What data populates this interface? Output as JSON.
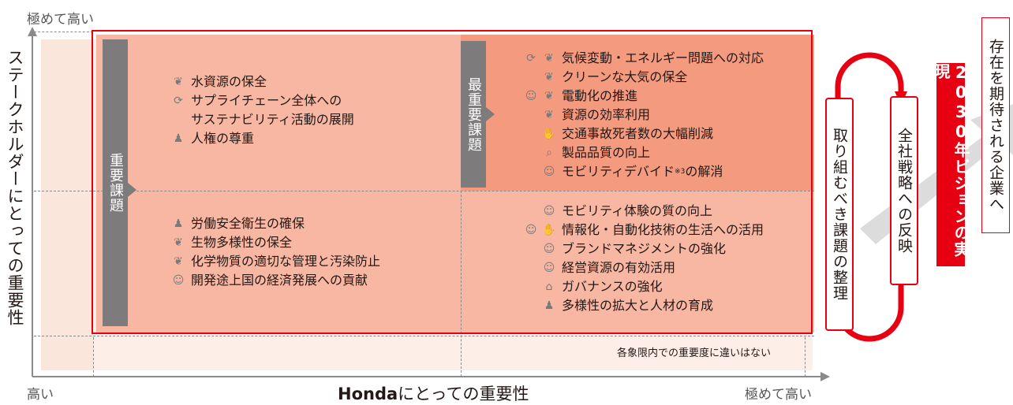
{
  "axis": {
    "y_high": "極めて高い",
    "y_title": "ステークホルダーにとっての重要性",
    "x_low": "高い",
    "x_title_bold": "Honda",
    "x_title_rest": "にとっての重要性",
    "x_high": "極めて高い"
  },
  "tabs": {
    "important": "重要課題",
    "most_important": "最重要課題"
  },
  "quadrants": {
    "top_left": [
      {
        "icons": [
          "leaf"
        ],
        "label": "水資源の保全"
      },
      {
        "icons": [
          "cycle"
        ],
        "label": "サプライチェーン全体への"
      },
      {
        "icons": [],
        "label": "サステナビリティ活動の展開"
      },
      {
        "icons": [
          "people"
        ],
        "label": "人権の尊重"
      }
    ],
    "top_right": [
      {
        "icons": [
          "cycle",
          "leaf"
        ],
        "label": "気候変動・エネルギー問題への対応"
      },
      {
        "icons": [
          "leaf"
        ],
        "label": "クリーンな大気の保全"
      },
      {
        "icons": [
          "head",
          "leaf"
        ],
        "label": "電動化の推進"
      },
      {
        "icons": [
          "leaf"
        ],
        "label": "資源の効率利用"
      },
      {
        "icons": [
          "hands"
        ],
        "label": "交通事故死者数の大幅削減"
      },
      {
        "icons": [
          "magnifier"
        ],
        "label": "製品品質の向上"
      },
      {
        "icons": [
          "head"
        ],
        "label": "モビリティデバイド",
        "sup": "※3",
        "label_after": "の解消"
      }
    ],
    "bottom_left": [
      {
        "icons": [
          "people"
        ],
        "label": "労働安全衛生の確保"
      },
      {
        "icons": [
          "leaf"
        ],
        "label": "生物多様性の保全"
      },
      {
        "icons": [
          "leaf"
        ],
        "label": "化学物質の適切な管理と汚染防止"
      },
      {
        "icons": [
          "head"
        ],
        "label": "開発途上国の経済発展への貢献"
      }
    ],
    "bottom_right": [
      {
        "icons": [
          "head"
        ],
        "label": "モビリティ体験の質の向上"
      },
      {
        "icons": [
          "head",
          "hands"
        ],
        "label": "情報化・自動化技術の生活への活用"
      },
      {
        "icons": [
          "head"
        ],
        "label": "ブランドマネジメントの強化"
      },
      {
        "icons": [
          "head"
        ],
        "label": "経営資源の有効活用"
      },
      {
        "icons": [
          "building"
        ],
        "label": "ガバナンスの強化"
      },
      {
        "icons": [
          "people"
        ],
        "label": "多様性の拡大と人材の育成"
      }
    ]
  },
  "note": "各象限内での重要度に違いはない",
  "cycle": {
    "organize": "取り組むべき課題の整理",
    "reflect": "全社戦略への反映"
  },
  "vision": "2030年ビジョンの実現",
  "goal": "存在を期待される企業へ",
  "colors": {
    "accent_red": "#e60012",
    "tab_gray": "#7d7b7b",
    "deep": "#f39a7f",
    "mid": "#f7b7a2",
    "pale": "#fbe6dc"
  }
}
